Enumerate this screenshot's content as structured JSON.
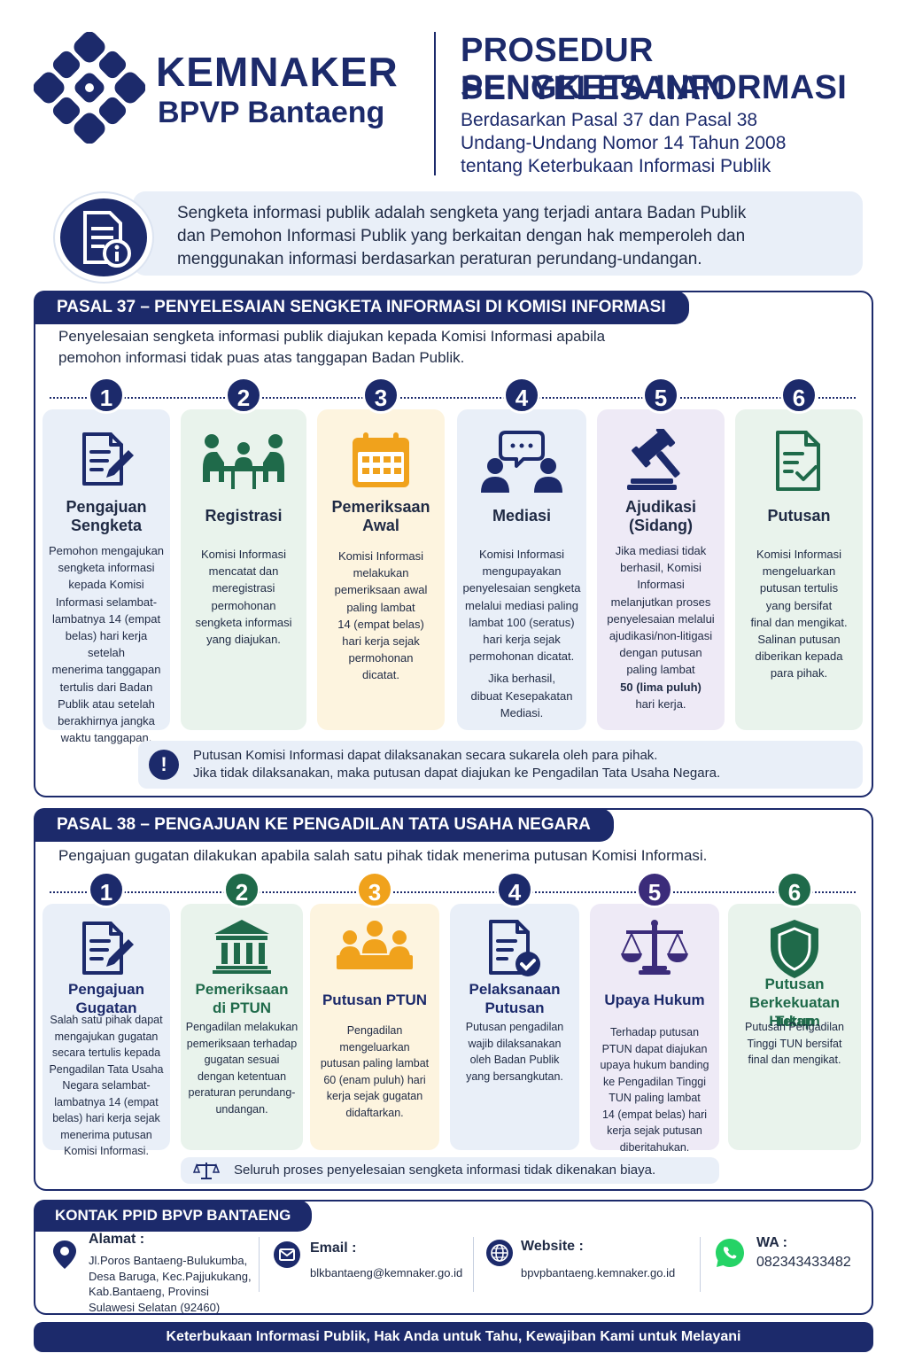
{
  "brand": {
    "line1": "KEMNAKER",
    "line2": "BPVP Bantaeng"
  },
  "header": {
    "title1": "PROSEDUR PENYELESAIAN",
    "title2": "SENGKETA INFORMASI",
    "sub1": "Berdasarkan Pasal 37 dan Pasal 38",
    "sub2": "Undang-Undang Nomor 14 Tahun 2008",
    "sub3": "tentang Keterbukaan Informasi Publik"
  },
  "intro": {
    "line1": "Sengketa informasi publik adalah sengketa yang terjadi antara Badan Publik",
    "line2": "dan Pemohon Informasi Publik yang berkaitan dengan hak memperoleh dan",
    "line3": "menggunakan informasi berdasarkan peraturan perundang-undangan."
  },
  "sec37": {
    "title": "PASAL 37 – PENYELESAIAN SENGKETA INFORMASI DI KOMISI INFORMASI",
    "intro1": "Penyelesaian sengketa informasi publik diajukan kepada Komisi Informasi apabila",
    "intro2": "pemohon informasi tidak puas atas tanggapan Badan Publik.",
    "steps": [
      {
        "num": "1",
        "title1": "Pengajuan",
        "title2": "Sengketa",
        "icon": "document-pen-icon",
        "desc": [
          "Pemohon mengajukan",
          "sengketa informasi",
          "kepada Komisi",
          "Informasi selambat-",
          "lambatnya 14 (empat",
          "belas) hari kerja setelah",
          "menerima tanggapan",
          "tertulis dari Badan",
          "Publik atau setelah",
          "berakhirnya jangka",
          "waktu tanggapan."
        ]
      },
      {
        "num": "2",
        "title1": "Registrasi",
        "title2": "",
        "icon": "meeting-table-icon",
        "desc": [
          "Komisi Informasi",
          "mencatat dan",
          "meregistrasi",
          "permohonan",
          "sengketa informasi",
          "yang diajukan."
        ]
      },
      {
        "num": "3",
        "title1": "Pemeriksaan",
        "title2": "Awal",
        "icon": "calendar-icon",
        "desc": [
          "Komisi Informasi",
          "melakukan",
          "pemeriksaan awal",
          "paling lambat",
          "14 (empat belas)",
          "hari kerja sejak",
          "permohonan",
          "dicatat."
        ]
      },
      {
        "num": "4",
        "title1": "Mediasi",
        "title2": "",
        "icon": "mediation-chat-icon",
        "desc": [
          "Komisi Informasi",
          "mengupayakan",
          "penyelesaian sengketa",
          "melalui mediasi paling",
          "lambat 100 (seratus)",
          "hari kerja sejak",
          "permohonan dicatat.",
          "",
          "Jika berhasil,",
          "dibuat Kesepakatan",
          "Mediasi."
        ]
      },
      {
        "num": "5",
        "title1": "Ajudikasi",
        "title2": "(Sidang)",
        "icon": "gavel-icon",
        "desc": [
          "Jika mediasi tidak",
          "berhasil, Komisi",
          "Informasi",
          "melanjutkan proses",
          "penyelesaian melalui",
          "ajudikasi/non-litigasi",
          "dengan putusan",
          "paling lambat",
          "50 (lima puluh)",
          "hari kerja."
        ]
      },
      {
        "num": "6",
        "title1": "Putusan",
        "title2": "",
        "icon": "document-check-icon",
        "desc": [
          "Komisi Informasi",
          "mengeluarkan",
          "putusan tertulis",
          "yang bersifat",
          "final dan mengikat.",
          "Salinan putusan",
          "diberikan kepada",
          "para pihak."
        ]
      }
    ],
    "note1": "Putusan Komisi Informasi dapat dilaksanakan secara sukarela oleh para pihak.",
    "note2": "Jika tidak dilaksanakan, maka putusan dapat diajukan ke Pengadilan Tata Usaha Negara."
  },
  "sec38": {
    "title": "PASAL 38 – PENGAJUAN KE PENGADILAN TATA USAHA NEGARA",
    "intro1": "Pengajuan gugatan dilakukan apabila salah satu pihak tidak menerima putusan Komisi Informasi.",
    "steps": [
      {
        "num": "1",
        "title1": "Pengajuan",
        "title2": "Gugatan",
        "title3": "",
        "icon": "document-pen-icon",
        "desc": [
          "Salah satu pihak dapat",
          "mengajukan gugatan",
          "secara tertulis kepada",
          "Pengadilan Tata Usaha",
          "Negara selambat-",
          "lambatnya 14 (empat",
          "belas) hari kerja sejak",
          "menerima putusan",
          "Komisi Informasi."
        ]
      },
      {
        "num": "2",
        "title1": "Pemeriksaan",
        "title2": "di PTUN",
        "title3": "",
        "icon": "courthouse-icon",
        "desc": [
          "Pengadilan melakukan",
          "pemeriksaan terhadap",
          "gugatan sesuai",
          "dengan ketentuan",
          "peraturan perundang-",
          "undangan."
        ]
      },
      {
        "num": "3",
        "title1": "Putusan PTUN",
        "title2": "",
        "title3": "",
        "icon": "judges-panel-icon",
        "desc": [
          "Pengadilan mengeluarkan",
          "putusan paling lambat",
          "60 (enam puluh) hari",
          "kerja sejak gugatan",
          "didaftarkan."
        ]
      },
      {
        "num": "4",
        "title1": "Pelaksanaan",
        "title2": "Putusan",
        "title3": "",
        "icon": "document-approved-icon",
        "desc": [
          "Putusan pengadilan",
          "wajib dilaksanakan",
          "oleh Badan Publik",
          "yang bersangkutan."
        ]
      },
      {
        "num": "5",
        "title1": "Upaya Hukum",
        "title2": "",
        "title3": "",
        "icon": "scales-icon",
        "desc": [
          "Terhadap putusan",
          "PTUN dapat diajukan",
          "upaya hukum banding",
          "ke Pengadilan Tinggi",
          "TUN paling lambat",
          "14 (empat belas) hari",
          "kerja sejak putusan",
          "diberitahukan."
        ]
      },
      {
        "num": "6",
        "title1": "Putusan",
        "title2": "Berkekuatan Hukum",
        "title3": "Tetap",
        "icon": "shield-icon",
        "desc": [
          "Putusan Pengadilan",
          "Tinggi TUN bersifat",
          "final dan mengikat."
        ]
      }
    ],
    "note1": "Seluruh proses penyelesaian sengketa informasi tidak dikenakan biaya."
  },
  "contact": {
    "title": "KONTAK PPID BPVP BANTAENG",
    "address_label": "Alamat :",
    "address": [
      "Jl.Poros Bantaeng-Bulukumba,",
      "Desa Baruga, Kec.Pajjukukang,",
      "Kab.Bantaeng, Provinsi",
      "Sulawesi Selatan (92460)"
    ],
    "email_label": "Email :",
    "email": "blkbantaeng@kemnaker.go.id",
    "website_label": "Website :",
    "website": "bpvpbantaeng.kemnaker.go.id",
    "wa_label": "WA :",
    "wa": "082343433482"
  },
  "footer": "Keterbukaan Informasi Publik, Hak Anda untuk Tahu, Kewajiban Kami untuk Melayani",
  "colors": {
    "navy": "#1c2a6b",
    "green": "#1f6a4a",
    "orange": "#f0a21c",
    "purple": "#3b2c7a",
    "whatsapp": "#25d366"
  }
}
